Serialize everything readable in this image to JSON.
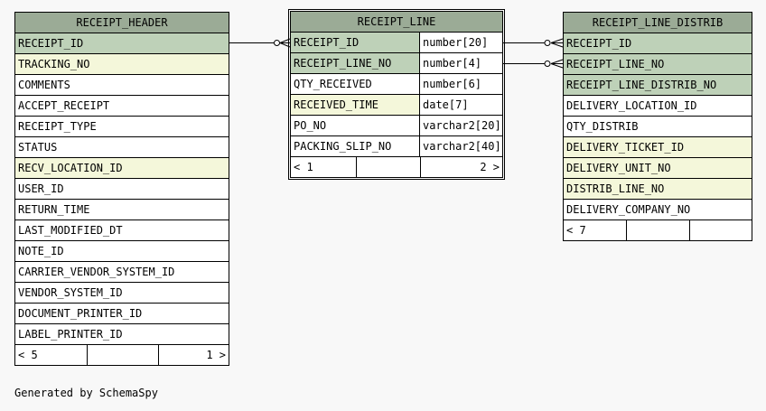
{
  "tables": {
    "receipt_header": {
      "name": "RECEIPT_HEADER",
      "columns": [
        "RECEIPT_ID",
        "TRACKING_NO",
        "COMMENTS",
        "ACCEPT_RECEIPT",
        "RECEIPT_TYPE",
        "STATUS",
        "RECV_LOCATION_ID",
        "USER_ID",
        "RETURN_TIME",
        "LAST_MODIFIED_DT",
        "NOTE_ID",
        "CARRIER_VENDOR_SYSTEM_ID",
        "VENDOR_SYSTEM_ID",
        "DOCUMENT_PRINTER_ID",
        "LABEL_PRINTER_ID"
      ],
      "footer_left": "< 5",
      "footer_right": "1 >"
    },
    "receipt_line": {
      "name": "RECEIPT_LINE",
      "columns": [
        {
          "name": "RECEIPT_ID",
          "type": "number[20]"
        },
        {
          "name": "RECEIPT_LINE_NO",
          "type": "number[4]"
        },
        {
          "name": "QTY_RECEIVED",
          "type": "number[6]"
        },
        {
          "name": "RECEIVED_TIME",
          "type": "date[7]"
        },
        {
          "name": "PO_NO",
          "type": "varchar2[20]"
        },
        {
          "name": "PACKING_SLIP_NO",
          "type": "varchar2[40]"
        }
      ],
      "footer_left": "< 1",
      "footer_right": "2 >"
    },
    "receipt_line_distrib": {
      "name": "RECEIPT_LINE_DISTRIB",
      "columns": [
        "RECEIPT_ID",
        "RECEIPT_LINE_NO",
        "RECEIPT_LINE_DISTRIB_NO",
        "DELIVERY_LOCATION_ID",
        "QTY_DISTRIB",
        "DELIVERY_TICKET_ID",
        "DELIVERY_UNIT_NO",
        "DISTRIB_LINE_NO",
        "DELIVERY_COMPANY_NO"
      ],
      "footer_left": "< 7",
      "footer_right": ""
    }
  },
  "colors": {
    "header": "#9bab96",
    "primary_key": "#bed1b8",
    "foreign_key": "#f4f7da",
    "background": "#f8f8f8"
  },
  "generated_by": "Generated by SchemaSpy"
}
